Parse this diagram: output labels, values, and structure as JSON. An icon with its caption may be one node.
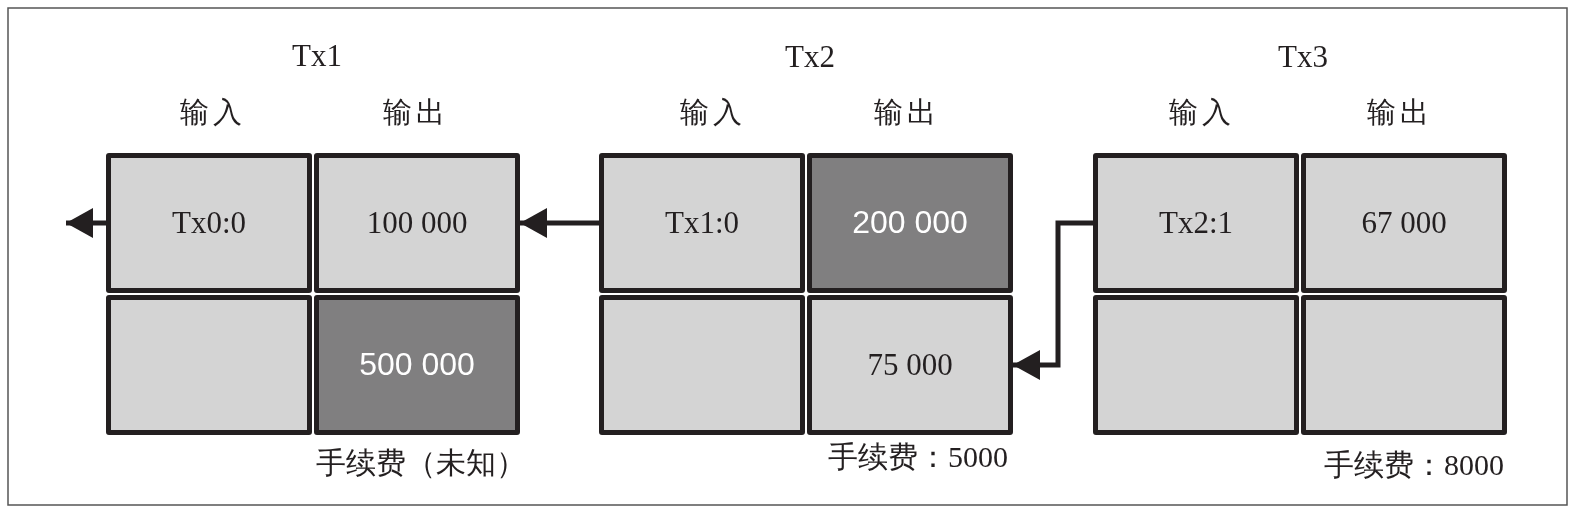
{
  "diagram": {
    "nodes": [
      {
        "text": [
          "Tx0:0"
        ]
      },
      {
        "text": [
          "100 000"
        ]
      },
      {
        "text": [],
        "shape": "box"
      },
      {
        "text": [
          "500 000"
        ]
      },
      {
        "text": [
          "Tx1:0"
        ]
      },
      {
        "text": [
          "200 000"
        ]
      },
      {
        "text": [],
        "shape": "box"
      },
      {
        "text": [
          "75 000"
        ]
      },
      {
        "text": [
          "Tx2:1"
        ]
      },
      {
        "text": [
          "67 000"
        ]
      },
      {
        "text": [],
        "shape": "box"
      },
      {
        "text": [],
        "shape": "box"
      }
    ],
    "edges": [
      {
        "from": 0,
        "to": null,
        "arrow": "to"
      },
      {
        "from": 4,
        "to": 1,
        "arrow": "to"
      },
      {
        "from": 8,
        "to": 7,
        "arrow": "to"
      }
    ],
    "labels": [
      "Tx1",
      "Tx2",
      "Tx3",
      "输入",
      "输出",
      "输入",
      "输出",
      "输入",
      "输出",
      "手续费（未知）",
      "手续费：5000",
      "手续费：8000"
    ]
  }
}
